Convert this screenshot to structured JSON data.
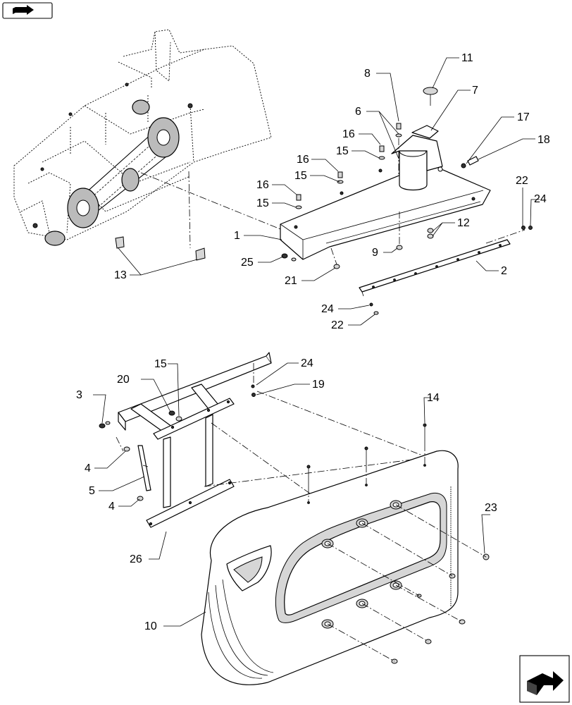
{
  "labels": [
    {
      "id": "1",
      "text": "1"
    },
    {
      "id": "2",
      "text": "2"
    },
    {
      "id": "3",
      "text": "3"
    },
    {
      "id": "4a",
      "text": "4"
    },
    {
      "id": "4b",
      "text": "4"
    },
    {
      "id": "5",
      "text": "5"
    },
    {
      "id": "6",
      "text": "6"
    },
    {
      "id": "7",
      "text": "7"
    },
    {
      "id": "8",
      "text": "8"
    },
    {
      "id": "9",
      "text": "9"
    },
    {
      "id": "10",
      "text": "10"
    },
    {
      "id": "11",
      "text": "11"
    },
    {
      "id": "12",
      "text": "12"
    },
    {
      "id": "13",
      "text": "13"
    },
    {
      "id": "14",
      "text": "14"
    },
    {
      "id": "15a",
      "text": "15"
    },
    {
      "id": "15b",
      "text": "15"
    },
    {
      "id": "15c",
      "text": "15"
    },
    {
      "id": "15d",
      "text": "15"
    },
    {
      "id": "16a",
      "text": "16"
    },
    {
      "id": "16b",
      "text": "16"
    },
    {
      "id": "16c",
      "text": "16"
    },
    {
      "id": "17",
      "text": "17"
    },
    {
      "id": "18",
      "text": "18"
    },
    {
      "id": "19",
      "text": "19"
    },
    {
      "id": "20",
      "text": "20"
    },
    {
      "id": "21",
      "text": "21"
    },
    {
      "id": "22a",
      "text": "22"
    },
    {
      "id": "22b",
      "text": "22"
    },
    {
      "id": "23",
      "text": "23"
    },
    {
      "id": "24a",
      "text": "24"
    },
    {
      "id": "24b",
      "text": "24"
    },
    {
      "id": "24c",
      "text": "24"
    },
    {
      "id": "25",
      "text": "25"
    },
    {
      "id": "26",
      "text": "26"
    }
  ],
  "icons": {
    "top_left": "book-arrow-icon",
    "bottom_right": "next-page-arrow-icon"
  }
}
